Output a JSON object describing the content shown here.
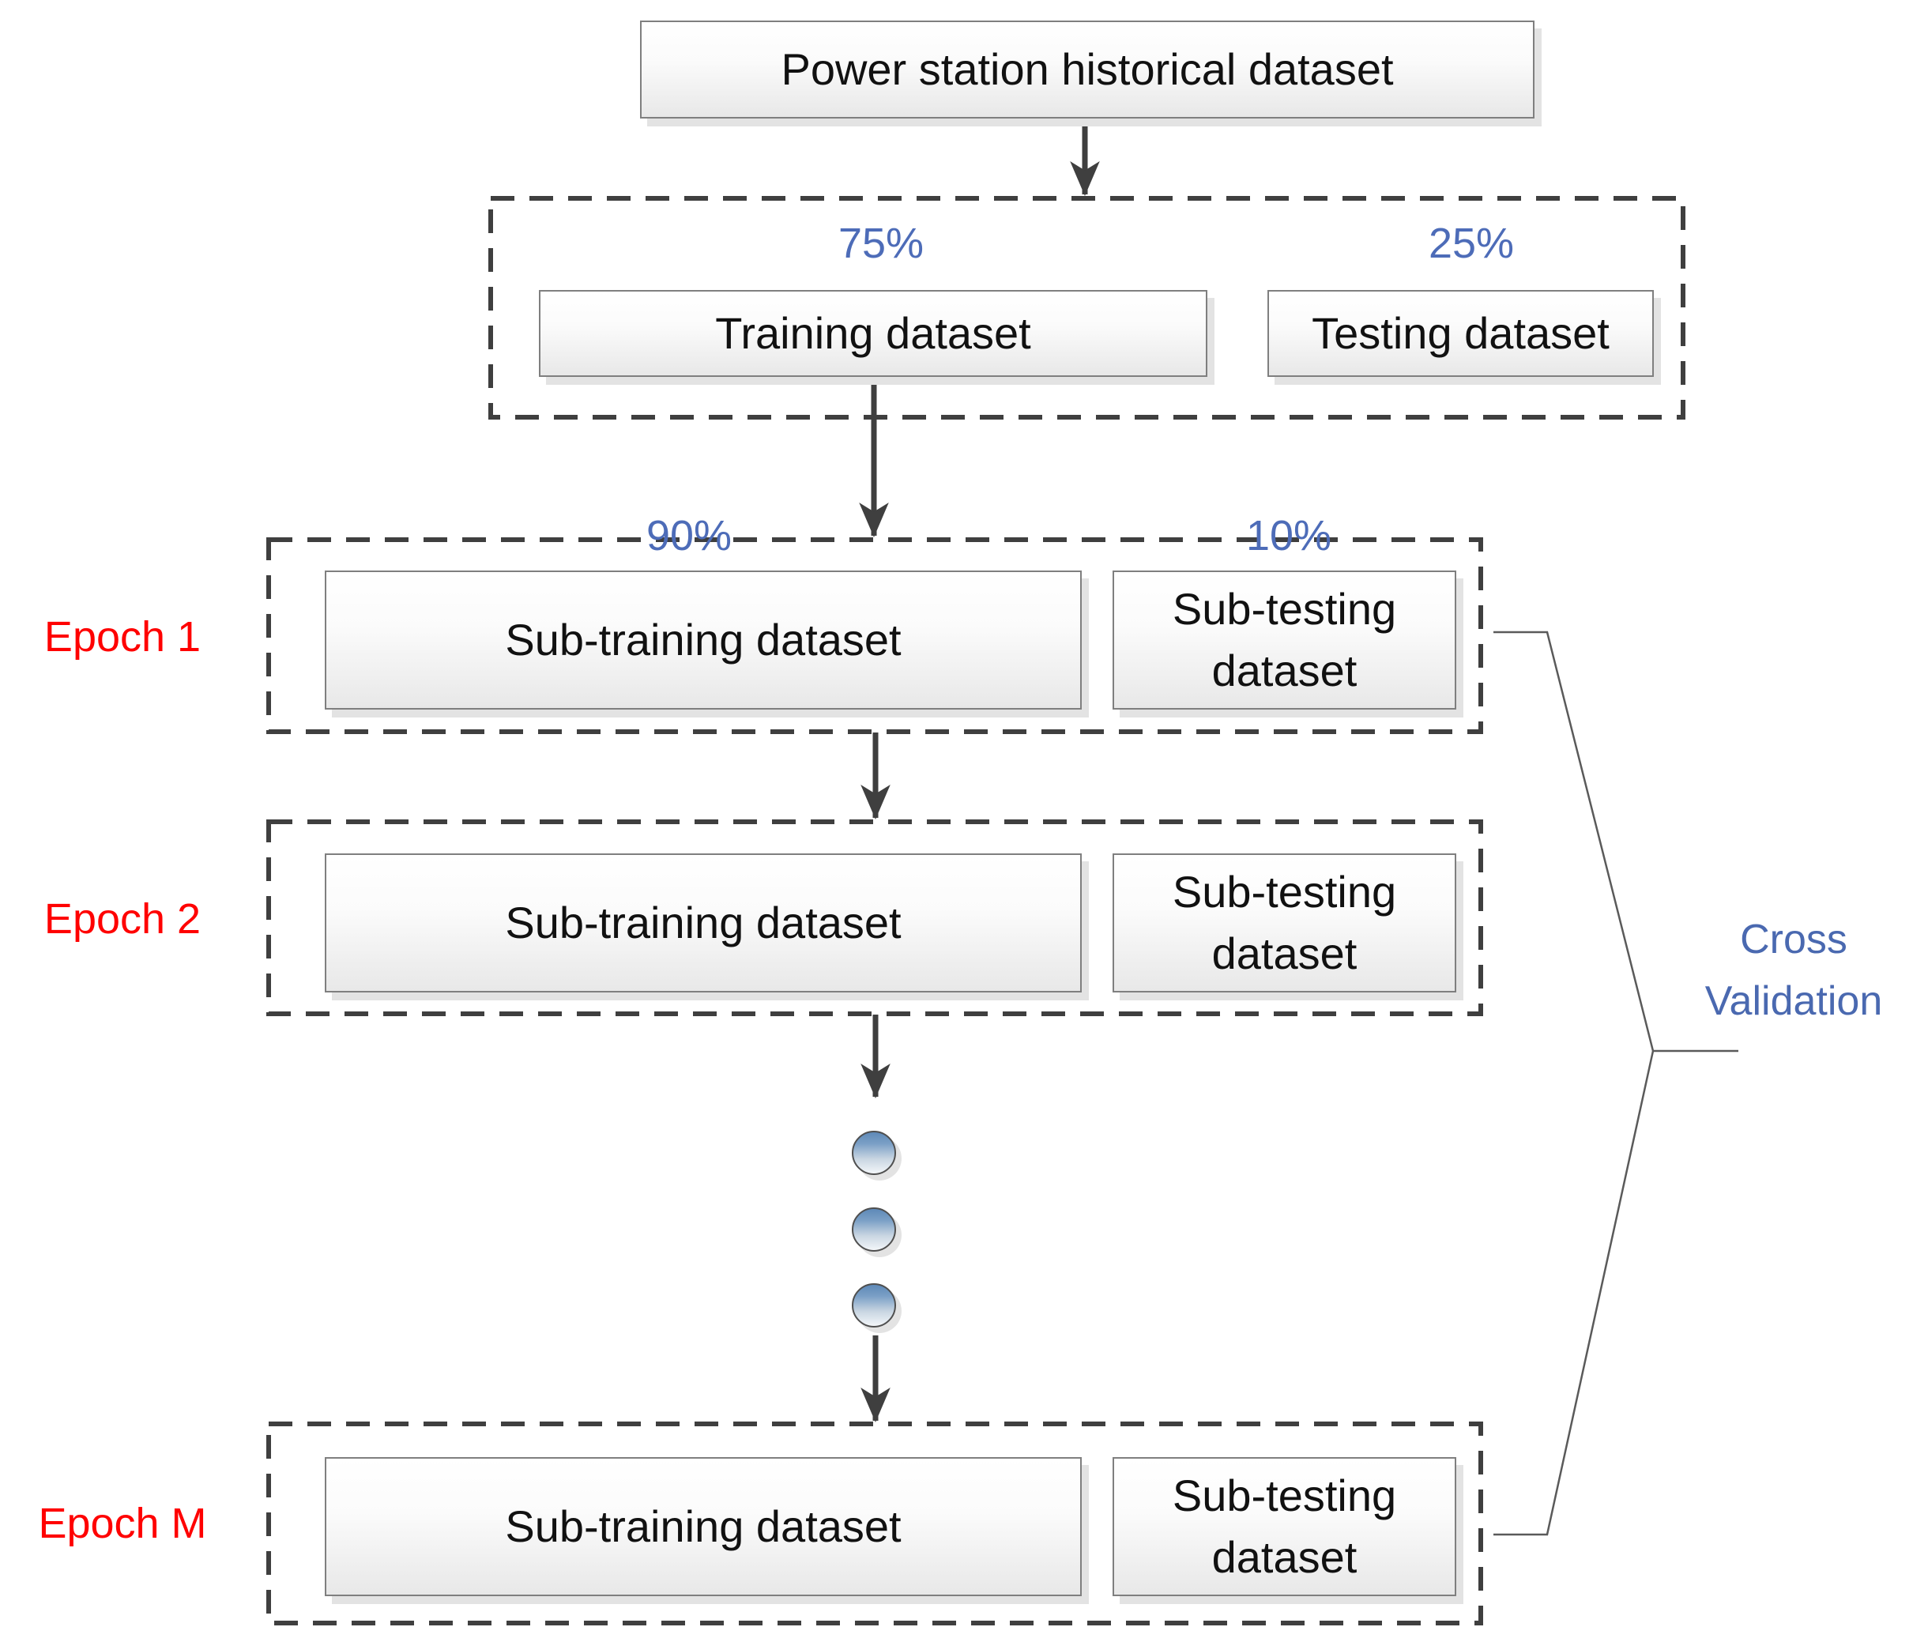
{
  "title_box": {
    "label": "Power station historical dataset"
  },
  "first_split": {
    "training_pct": "75%",
    "training_label": "Training dataset",
    "testing_pct": "25%",
    "testing_label": "Testing dataset"
  },
  "cv_split": {
    "sub_training_pct": "90%",
    "sub_testing_pct": "10%"
  },
  "epochs": [
    {
      "name": "Epoch 1",
      "sub_training_label": "Sub-training dataset",
      "sub_testing_label": "Sub-testing dataset"
    },
    {
      "name": "Epoch 2",
      "sub_training_label": "Sub-training dataset",
      "sub_testing_label": "Sub-testing dataset"
    },
    {
      "name": "Epoch M",
      "sub_training_label": "Sub-training dataset",
      "sub_testing_label": "Sub-testing dataset"
    }
  ],
  "ellipsis": {
    "dot_count": 3
  },
  "cross_validation": {
    "label": "Cross Validation"
  },
  "colors": {
    "dash_gray": "#3f3f3f",
    "box_border_gray": "#7f7f7f",
    "percent_blue": "#4d6cb8",
    "cross_validation_blue": "#4a69b0",
    "epoch_red": "#ff0000",
    "circle_blue": "#5e89b8"
  }
}
